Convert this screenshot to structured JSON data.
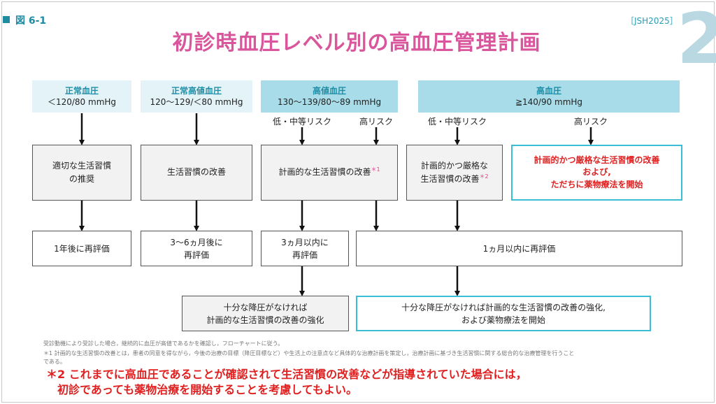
{
  "header": {
    "fig_label": "図 6-1",
    "source": "［JSH2025］",
    "big_number": "2",
    "title": "初診時血圧レベル別の高血圧管理計画"
  },
  "categories": [
    {
      "name": "正常血圧",
      "range": "＜120/80 mmHg"
    },
    {
      "name": "正常高値血圧",
      "range": "120～129/＜80 mmHg"
    },
    {
      "name": "高値血圧",
      "range": "130～139/80～89 mmHg"
    },
    {
      "name": "高血圧",
      "range": "≧140/90 mmHg"
    }
  ],
  "risks": {
    "high_bp_low": "低・中等リスク",
    "high_bp_high": "高リスク",
    "htn_low": "低・中等リスク",
    "htn_high": "高リスク"
  },
  "actions": {
    "a1": [
      "適切な生活習慣",
      "の推奨"
    ],
    "a2": "生活習慣の改善",
    "a3": "計画的な生活習慣の改善",
    "a3_sup": "＊1",
    "a4_line1": "計画的かつ厳格な",
    "a4_line2": "生活習慣の改善",
    "a4_sup": "＊2",
    "a5": [
      "計画的かつ厳格な生活習慣の改善",
      "および,",
      "ただちに薬物療法を開始"
    ]
  },
  "reeval": {
    "r1": "1年後に再評価",
    "r2": [
      "3～6ヵ月後に",
      "再評価"
    ],
    "r3": [
      "3ヵ月以内に",
      "再評価"
    ],
    "r4": "1ヵ月以内に再評価"
  },
  "followup": {
    "f1": [
      "十分な降圧がなければ",
      "計画的な生活習慣の改善の強化"
    ],
    "f2": [
      "十分な降圧がなければ計画的な生活習慣の改善の強化,",
      "および薬物療法を開始"
    ]
  },
  "notes": {
    "n1": "受診動機により受診した場合，継続的に血圧が高値であるかを確認し，フローチャートに従う。",
    "n2": "＊1 計画的な生活習慣の改善とは，患者の同意を得ながら，今後の治療の目標（降圧目標など）や生活上の注意点など具体的な治療計画を策定し，治療計画に基づき生活習慣に関する総合的な治療管理を行うこと",
    "n3": "である。",
    "big1": "＊2 これまでに高血圧であることが確認されて生活習慣の改善などが指導されていた場合には，",
    "big2": "初診であっても薬物治療を開始することを考慮してもよい。"
  },
  "colors": {
    "title": "#d9569c",
    "header_dark": "#a8dce8",
    "header_light": "#e3f3f8",
    "accent": "#1d8ea7",
    "highlight_border": "#3bbdd3",
    "red": "#e02020"
  }
}
